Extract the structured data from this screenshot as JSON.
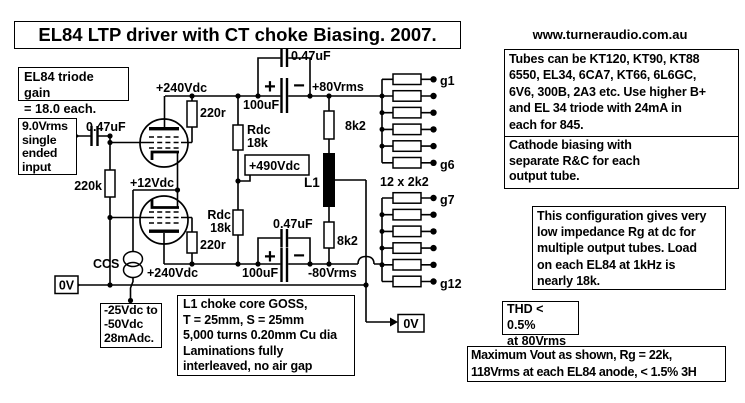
{
  "title": "EL84 LTP driver with CT choke Biasing. 2007.",
  "website": "www.turneraudio.com.au",
  "notes": {
    "gain": [
      "EL84 triode gain",
      "= 18.0 each."
    ],
    "input": [
      "9.0Vrms",
      "single",
      "ended",
      "input"
    ],
    "tubes": [
      "Tubes can be KT120, KT90, KT88",
      "6550, EL34, 6CA7, KT66, 6L6GC,",
      "6V6, 300B, 2A3 etc. Use higher B+",
      "and EL 34 triode with 24mA in",
      "each for 845."
    ],
    "cathode": [
      "Cathode biasing with",
      "separate R&C for each",
      "output tube."
    ],
    "config": [
      "This configuration gives very",
      "low impedance Rg at dc for",
      "multiple output tubes. Load",
      "on each EL84 at 1kHz is",
      "nearly 18k."
    ],
    "thd": [
      "THD < 0.5%",
      "at 80Vrms"
    ],
    "maximum": [
      "Maximum Vout as shown, Rg = 22k,",
      "118Vrms at each EL84 anode, < 1.5% 3H"
    ],
    "choke": [
      "L1 choke core GOSS,",
      "T = 25mm, S = 25mm",
      "5,000 turns 0.20mm Cu dia",
      "Laminations fully",
      "interleaved, no air gap"
    ],
    "bias": [
      "-25Vdc to",
      "-50Vdc",
      "28mAdc."
    ]
  },
  "labels": {
    "b_plus": "+240Vdc",
    "b490": "+490Vdc",
    "v12": "+12Vdc",
    "r_anode": "220r",
    "r_grid_leak": "220k",
    "rdc1": "Rdc",
    "rdc2": "18k",
    "r8k2": "8k2",
    "cap_small": "0.47uF",
    "cap_big": "100uF",
    "plus": "+",
    "minus": "−",
    "out_pos": "+80Vrms",
    "out_neg": "-80Vrms",
    "l1": "L1",
    "bank": "12 x 2k2",
    "g1": "g1",
    "g6": "g6",
    "g7": "g7",
    "g12": "g12",
    "ccs": "CCS",
    "zero": "0V"
  }
}
